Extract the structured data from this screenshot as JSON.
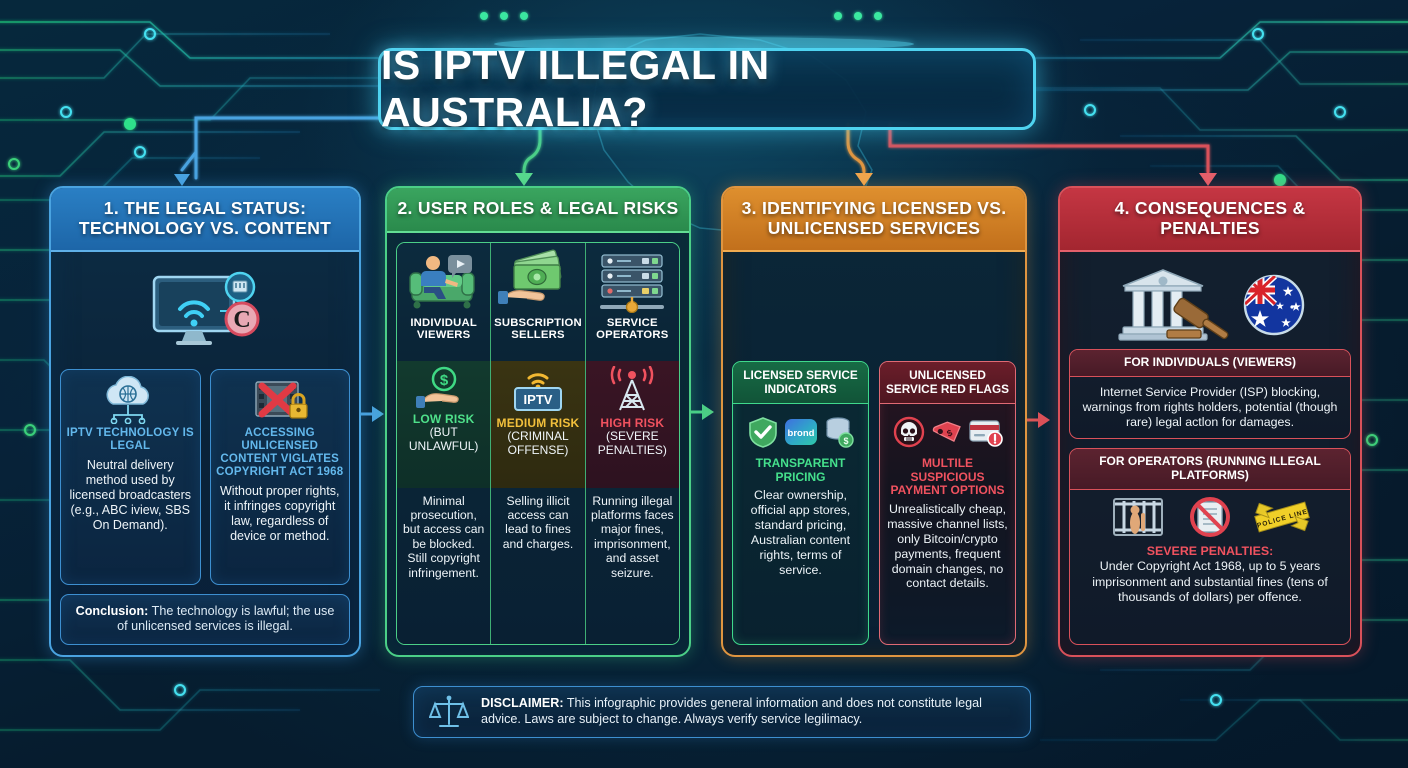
{
  "title": "IS IPTV ILLEGAL IN AUSTRALIA?",
  "columns": {
    "col1": {
      "heading": "1. THE LEGAL STATUS: TECHNOLOGY VS. CONTENT",
      "hero_icon": "tv-wifi-copyright-icon",
      "boxes": [
        {
          "icon": "cloud-network-icon",
          "title": "IPTV TECHNOLOGY IS LEGAL",
          "desc": "Neutral delivery method used by licensed broadcasters (e.g., ABC iview, SBS On Demand)."
        },
        {
          "icon": "film-blocked-lock-icon",
          "title": "ACCESSING UNLICENSED CONTENT VIGLATES COPYRIGHT ACT 1968",
          "desc": "Without proper rights, it infringes copyright law, regardless of device or method."
        }
      ],
      "conclusion_label": "Conclusion:",
      "conclusion_text": " The technology is lawful; the use of unlicensed services is illegal."
    },
    "col2": {
      "heading": "2. USER ROLES & LEGAL RISKS",
      "cells": [
        {
          "role_icon": "person-on-couch-icon",
          "role": "INDIVIDUAL VIEWERS",
          "risk_icon": "hand-coin-icon",
          "risk_title": "LOW RISK",
          "risk_sub": "(BUT UNLAWFUL)",
          "risk_color": "#4ee08a",
          "note": "Minimal prosecution, but access can be blocked. Still copyright infringement."
        },
        {
          "role_icon": "money-in-hand-icon",
          "role": "SUBSCRIPTION SELLERS",
          "risk_icon": "iptv-monitor-icon",
          "risk_title": "MEDIUM RISK",
          "risk_sub": "(CRIMINAL OFFENSE)",
          "risk_color": "#f2c03c",
          "note": "Selling illicit access can lead to fines and charges."
        },
        {
          "role_icon": "server-rack-icon",
          "role": "SERVICE OPERATORS",
          "risk_icon": "broadcast-tower-icon",
          "risk_title": "HIGH RISK",
          "risk_sub": "(SEVERE PENALTIES)",
          "risk_color": "#f0525f",
          "note": "Running illegal platforms faces major fines, imprisonment, and asset seizure."
        }
      ]
    },
    "col3": {
      "heading": "3. IDENTIFYING LICENSED VS. UNLICENSED SERVICES",
      "licensed": {
        "header": "LICENSED SERVICE INDICATORS",
        "icons": [
          "shield-check-icon",
          "brand-badge-icon",
          "database-dollar-icon"
        ],
        "brand_badge_text": "brond",
        "label": "TRANSPARENT PRICING",
        "text": "Clear ownership, official app stores, standard pricing, Australian content rights, terms of service."
      },
      "unlicensed": {
        "header": "UNLICENSED SERVICE RED FLAGS",
        "icons": [
          "skull-warning-icon",
          "price-tag-icon",
          "credit-card-alert-icon"
        ],
        "label": "MULTILE SUSPICIOUS PAYMENT OPTIONS",
        "text": "Unrealistically cheap, massive channel lists, only Bitcoin/crypto payments, frequent domain changes, no contact details."
      }
    },
    "col4": {
      "heading": "4. CONSEQUENCES & PENALTIES",
      "hero_icons": [
        "courthouse-gavel-icon",
        "australian-flag-icon"
      ],
      "cards": [
        {
          "header": "FOR INDIVIDUALS (VIEWERS)",
          "text": "Internet Service Provider (ISP) blocking, warnings from rights holders, potential (though rare) legal actlon for damages."
        },
        {
          "header": "FOR OPERATORS (RUNNING ILLEGAL PLATFORMS)",
          "icons": [
            "jail-bars-icon",
            "no-document-icon",
            "police-tape-icon"
          ],
          "police_tape_text": "POLICE LINE",
          "penalty_label": "SEVERE PENALTIES:",
          "text": "Under Copyright Act 1968, up to 5 years imprisonment and substantial fines (tens of thousands of dollars) per offence."
        }
      ]
    }
  },
  "disclaimer": {
    "icon": "scales-of-justice-icon",
    "label": "DISCLAIMER:",
    "text": " This infographic provides general information and does not constitute legal advice. Laws are subject to change. Always verify service legilimacy."
  },
  "colors": {
    "col1": "#4aa3e0",
    "col2": "#4bcf87",
    "col3": "#e09540",
    "col4": "#d9515a",
    "background": "#06283c",
    "title_glow": "#3fd7f5"
  }
}
